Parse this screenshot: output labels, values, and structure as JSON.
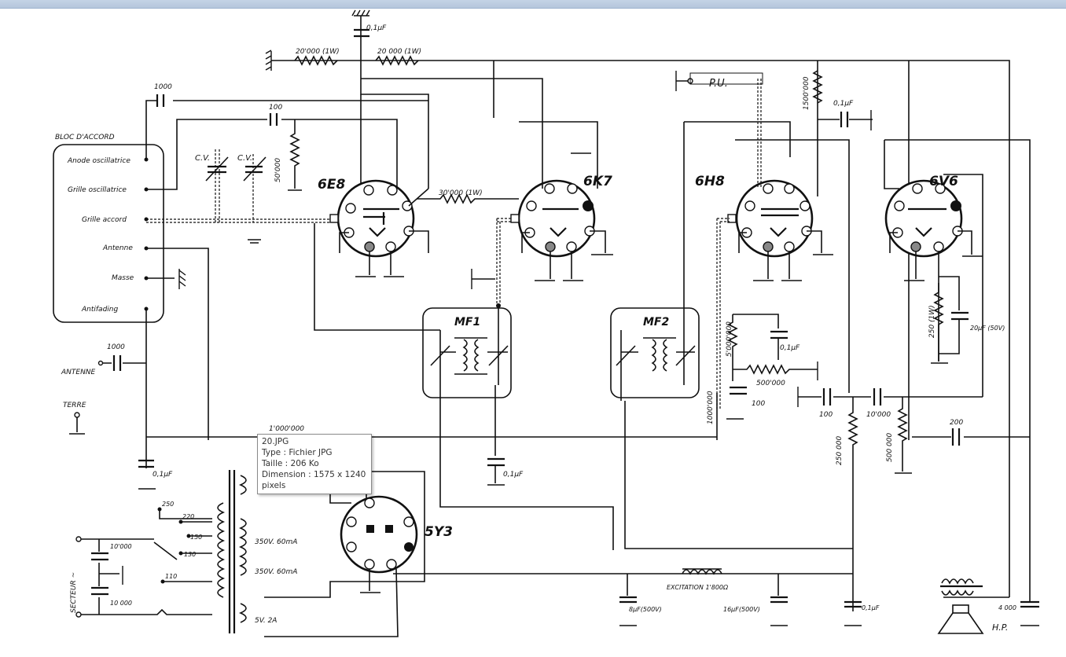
{
  "window": {
    "title_bar_color": "#bccde3"
  },
  "schematic": {
    "tubes": [
      "6E8",
      "6K7",
      "6H8",
      "6V6",
      "5Y3"
    ],
    "blocks": {
      "tuning_block": "BLOC D'ACCORD",
      "tuning_terminals": [
        "Anode oscillatrice",
        "Grille oscillatrice",
        "Grille accord",
        "Antenne",
        "Masse",
        "Antifading"
      ],
      "if1": "MF1",
      "if2": "MF2"
    },
    "labels": {
      "antenne": "ANTENNE",
      "terre": "TERRE",
      "secteur": "SECTEUR ~",
      "pu": "P.U.",
      "hp": "H.P.",
      "excitation": "EXCITATION 1'800Ω",
      "cv1": "C.V.",
      "cv2": "C.V."
    },
    "components": {
      "c_top": "0,1μF",
      "r_top_left": "20'000 (1W)",
      "r_top_right": "20 000 (1W)",
      "c_1000_top": "1000",
      "c_100": "100",
      "r_50000": "50'000",
      "r_30000": "30'000 (1W)",
      "r_1500000": "1500'000",
      "c_pu": "0,1μF",
      "r_1000000": "1'000'000",
      "c_ant": "1000",
      "c_01_left": "0,1μF",
      "c_01_mid": "0,1μF",
      "r_5000000": "5'000'000",
      "c_01_6h8": "0,1μF",
      "pot_500000": "500'000",
      "c_100_b": "100",
      "r_1000000_b": "1000'000",
      "c_100_c": "100",
      "c_10000": "10'000",
      "r_250000": "250 000",
      "r_500000": "500 000",
      "c_200": "200",
      "r_250_1w": "250 (1W)",
      "c_20uf": "20μF (50V)",
      "c_8uf": "8μF(500V)",
      "c_16uf": "16μF(500V)",
      "c_01_bottom": "0,1μF",
      "c_4000": "4 000",
      "c_mains_1": "10'000",
      "c_mains_2": "10 000",
      "tr_350_1": "350V. 60mA",
      "tr_350_2": "350V. 60mA",
      "tr_5v": "5V. 2A",
      "taps": [
        "250",
        "220",
        "150",
        "130",
        "110"
      ]
    }
  },
  "tooltip": {
    "filename": "20.JPG",
    "type": "Type : Fichier JPG",
    "size": "Taille : 206 Ko",
    "dimension": "Dimension : 1575 x 1240",
    "dimension_cont": "pixels"
  }
}
